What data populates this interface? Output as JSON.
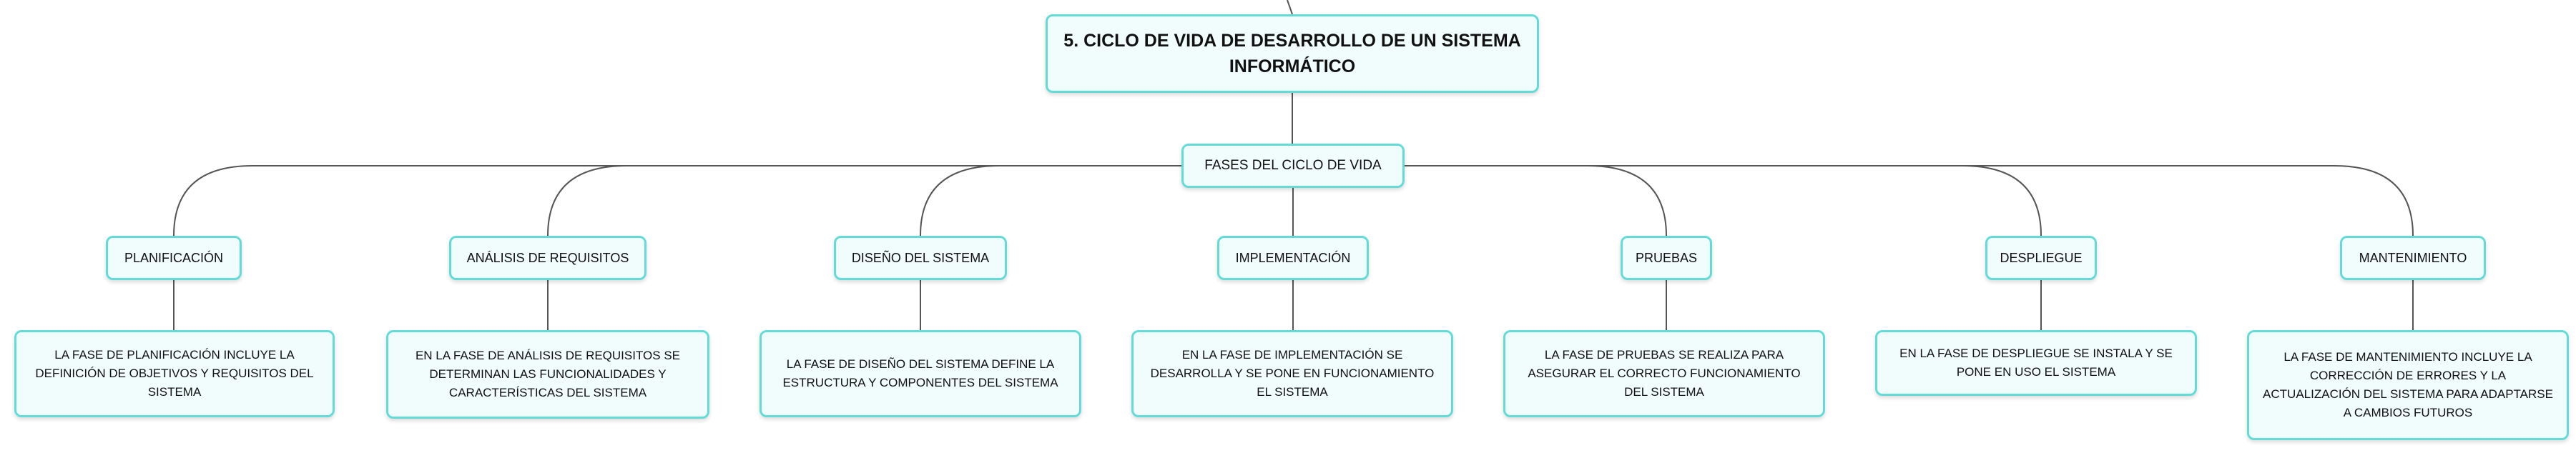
{
  "diagram": {
    "title": "5. CICLO DE VIDA DE DESARROLLO DE UN SISTEMA INFORMÁTICO",
    "center": "FASES DEL CICLO DE VIDA",
    "phases": [
      {
        "label": "PLANIFICACIÓN",
        "description": "LA FASE DE PLANIFICACIÓN INCLUYE LA DEFINICIÓN DE OBJETIVOS Y REQUISITOS DEL SISTEMA"
      },
      {
        "label": "ANÁLISIS DE REQUISITOS",
        "description": "EN LA FASE DE ANÁLISIS DE REQUISITOS SE DETERMINAN LAS FUNCIONALIDADES Y CARACTERÍSTICAS DEL SISTEMA"
      },
      {
        "label": "DISEÑO DEL SISTEMA",
        "description": "LA FASE DE DISEÑO DEL SISTEMA DEFINE LA ESTRUCTURA Y COMPONENTES DEL SISTEMA"
      },
      {
        "label": "IMPLEMENTACIÓN",
        "description": "EN LA FASE DE IMPLEMENTACIÓN SE DESARROLLA Y SE PONE EN FUNCIONAMIENTO EL SISTEMA"
      },
      {
        "label": "PRUEBAS",
        "description": "LA FASE DE PRUEBAS SE REALIZA PARA ASEGURAR EL CORRECTO FUNCIONAMIENTO DEL SISTEMA"
      },
      {
        "label": "DESPLIEGUE",
        "description": "EN LA FASE DE DESPLIEGUE SE INSTALA Y SE PONE EN USO EL SISTEMA"
      },
      {
        "label": "MANTENIMIENTO",
        "description": "LA FASE DE MANTENIMIENTO INCLUYE LA CORRECCIÓN DE ERRORES Y LA ACTUALIZACIÓN DEL SISTEMA PARA ADAPTARSE A CAMBIOS FUTUROS"
      }
    ]
  },
  "colors": {
    "node_border": "#63dcd9",
    "node_fill": "#f1fcfd",
    "connector": "#555555",
    "text": "#111111"
  }
}
